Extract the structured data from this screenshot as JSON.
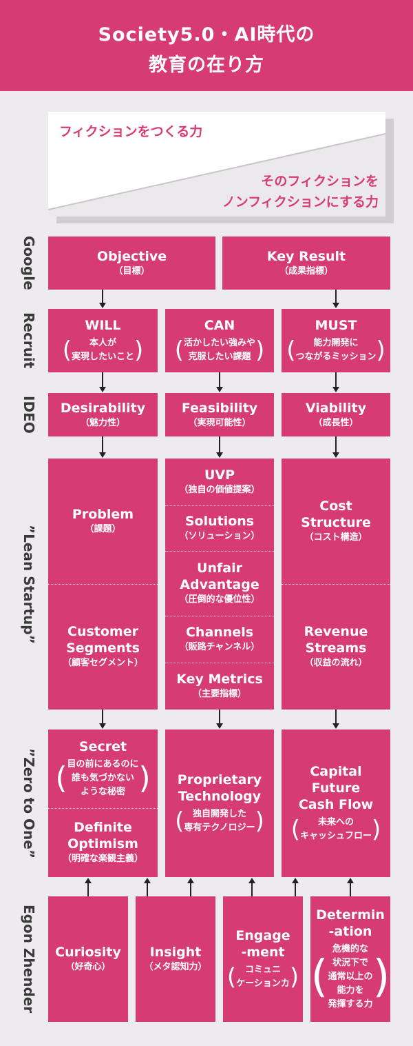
{
  "header": {
    "line1": "Society5.0・AI時代の",
    "line2": "教育の在り方"
  },
  "fiction": {
    "top": "フィクションをつくる力",
    "bottom_line1": "そのフィクションを",
    "bottom_line2": "ノンフィクションにする力"
  },
  "sides": {
    "google": "Google",
    "recruit": "Recruit",
    "ideo": "IDEO",
    "lean": "”Lean Startup”",
    "zero": "”Zero to One”",
    "egon": "Egon Zhender"
  },
  "google": {
    "objective": {
      "title": "Objective",
      "sub": "（目標）"
    },
    "key_result": {
      "title": "Key Result",
      "sub": "（成果指標）"
    }
  },
  "recruit": {
    "will": {
      "title": "WILL",
      "l1": "本人が",
      "l2": "実現したいこと"
    },
    "can": {
      "title": "CAN",
      "l1": "活かしたい強みや",
      "l2": "克服したい課題"
    },
    "must": {
      "title": "MUST",
      "l1": "能力開発に",
      "l2": "つながるミッション"
    }
  },
  "ideo": {
    "desirability": {
      "title": "Desirability",
      "sub": "（魅力性）"
    },
    "feasibility": {
      "title": "Feasibility",
      "sub": "（実現可能性）"
    },
    "viability": {
      "title": "Viability",
      "sub": "（成長性）"
    }
  },
  "lean": {
    "problem": {
      "title": "Problem",
      "sub": "（課題）"
    },
    "customer": {
      "t1": "Customer",
      "t2": "Segments",
      "sub": "（顧客セグメント）"
    },
    "uvp": {
      "title": "UVP",
      "sub": "（独自の価値提案）"
    },
    "solutions": {
      "title": "Solutions",
      "sub": "（ソリューション）"
    },
    "unfair": {
      "t1": "Unfair",
      "t2": "Advantage",
      "sub": "（圧倒的な優位性）"
    },
    "channels": {
      "title": "Channels",
      "sub": "（販路チャンネル）"
    },
    "metrics": {
      "title": "Key Metrics",
      "sub": "（主要指標）"
    },
    "cost": {
      "t1": "Cost",
      "t2": "Structure",
      "sub": "（コスト構造）"
    },
    "revenue": {
      "t1": "Revenue",
      "t2": "Streams",
      "sub": "（収益の流れ）"
    }
  },
  "zero": {
    "secret": {
      "title": "Secret",
      "l1": "目の前にあるのに",
      "l2": "誰も気づかない",
      "l3": "ような秘密"
    },
    "definite": {
      "t1": "Definite",
      "t2": "Optimism",
      "sub": "（明確な楽観主義）"
    },
    "tech": {
      "t1": "Proprietary",
      "t2": "Technology",
      "l1": "独自開発した",
      "l2": "専有テクノロジー"
    },
    "capital": {
      "t1": "Capital",
      "t2": "Future",
      "t3": "Cash Flow",
      "l1": "未来への",
      "l2": "キャッシュフロー"
    }
  },
  "egon": {
    "curiosity": {
      "title": "Curiosity",
      "sub": "（好奇心）"
    },
    "insight": {
      "title": "Insight",
      "sub": "（メタ認知力）"
    },
    "engage": {
      "t1": "Engage",
      "t2": "-ment",
      "l1": "コミュニ",
      "l2": "ケーションカ"
    },
    "determ": {
      "t1": "Determin",
      "t2": "-ation",
      "l1": "危機的な",
      "l2": "状況下で",
      "l3": "通常以上の",
      "l4": "能力を",
      "l5": "発揮する力"
    }
  },
  "paren": {
    "open": "(",
    "close": ")"
  },
  "colors": {
    "accent": "#d63b74",
    "background": "#eeebee",
    "ink": "#222222"
  }
}
